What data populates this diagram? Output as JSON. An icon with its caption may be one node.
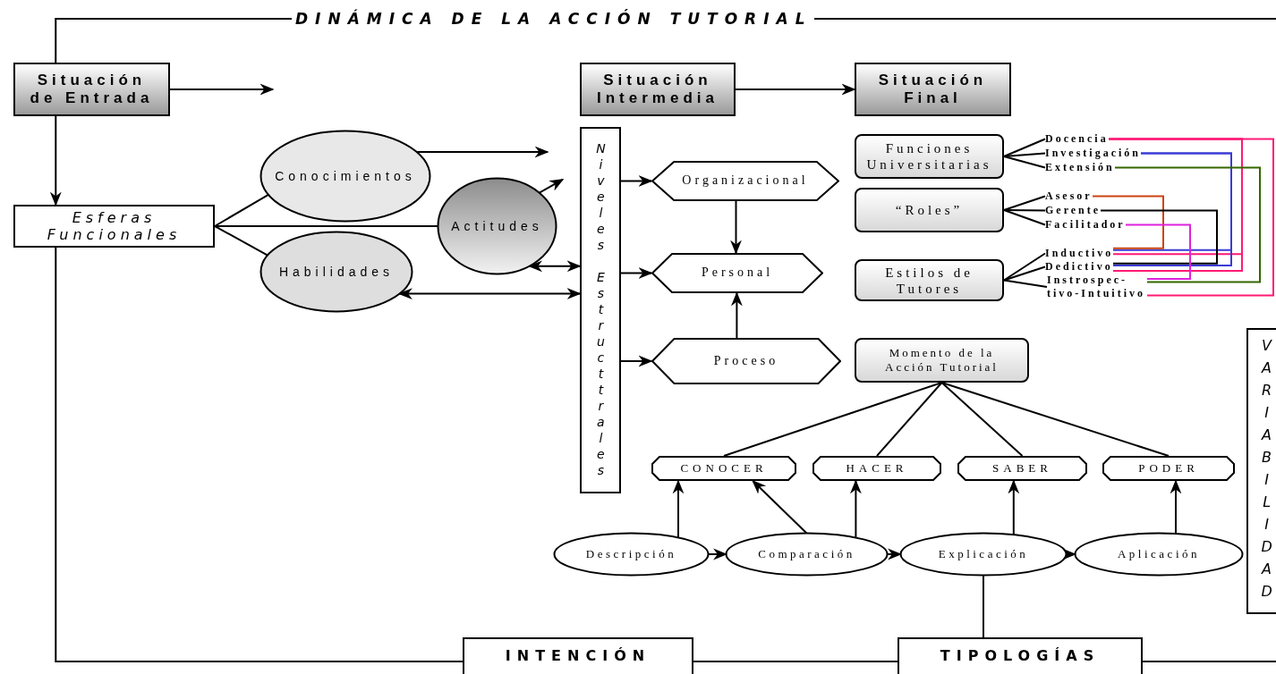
{
  "diagram": {
    "title": "DINÁMICA DE LA ACCIÓN TUTORIAL",
    "nodes": [
      {
        "text": [
          "Situación de Entrada"
        ]
      },
      {
        "text": [
          "Situación Intermedia"
        ]
      },
      {
        "text": [
          "Situación Final"
        ]
      },
      {
        "text": [
          "Esferas Funcionales"
        ]
      },
      {
        "text": [
          "Conocimientos"
        ]
      },
      {
        "text": [
          "Actitudes"
        ]
      },
      {
        "text": [
          "Habilidades"
        ]
      },
      {
        "text": [
          "Niveles Estructtrales"
        ]
      },
      {
        "text": [
          "Organizacional"
        ]
      },
      {
        "text": [
          "Personal"
        ]
      },
      {
        "text": [
          "Proceso"
        ]
      },
      {
        "text": [
          "Funciones Universitarias"
        ]
      },
      {
        "text": [
          "“Roles”"
        ]
      },
      {
        "text": [
          "Estilos de Tutores"
        ]
      },
      {
        "text": [
          "Docencia"
        ]
      },
      {
        "text": [
          "Investigación"
        ]
      },
      {
        "text": [
          "Extensión"
        ]
      },
      {
        "text": [
          "Asesor"
        ]
      },
      {
        "text": [
          "Gerente"
        ]
      },
      {
        "text": [
          "Facilitador"
        ]
      },
      {
        "text": [
          "Inductivo"
        ]
      },
      {
        "text": [
          "Dedictivo"
        ]
      },
      {
        "text": [
          "Instrospec- tivo-Intuitivo"
        ]
      },
      {
        "text": [
          "Momento de la Acción Tutorial"
        ]
      },
      {
        "text": [
          "CONOCER"
        ]
      },
      {
        "text": [
          "HACER"
        ]
      },
      {
        "text": [
          "SABER"
        ]
      },
      {
        "text": [
          "PODER"
        ]
      },
      {
        "text": [
          "Descripción"
        ]
      },
      {
        "text": [
          "Comparación"
        ]
      },
      {
        "text": [
          "Explicación"
        ]
      },
      {
        "text": [
          "Aplicación"
        ]
      },
      {
        "text": [
          "VARIABILIDAD"
        ]
      },
      {
        "text": [
          "INTENCIÓN"
        ]
      },
      {
        "text": [
          "TIPOLOGÍAS"
        ]
      }
    ],
    "edges": [
      {
        "from": 0,
        "to": null,
        "arrow": "to"
      },
      {
        "from": 1,
        "to": 2,
        "arrow": "to"
      },
      {
        "from": 0,
        "to": 3,
        "arrow": "to"
      },
      {
        "from": 3,
        "to": 4,
        "arrow": "none"
      },
      {
        "from": 3,
        "to": 5,
        "arrow": "none"
      },
      {
        "from": 3,
        "to": 6,
        "arrow": "none"
      },
      {
        "from": 4,
        "to": 7,
        "arrow": "to"
      },
      {
        "from": 5,
        "to": 7,
        "arrow": "to"
      },
      {
        "from": 5,
        "to": 7,
        "arrow": "both"
      },
      {
        "from": 6,
        "to": 7,
        "arrow": "both"
      },
      {
        "from": 7,
        "to": 8,
        "arrow": "to"
      },
      {
        "from": 7,
        "to": 9,
        "arrow": "to"
      },
      {
        "from": 7,
        "to": 10,
        "arrow": "to"
      },
      {
        "from": 8,
        "to": 9,
        "arrow": "to"
      },
      {
        "from": 10,
        "to": 9,
        "arrow": "to"
      },
      {
        "from": 11,
        "to": 14,
        "arrow": "none"
      },
      {
        "from": 11,
        "to": 15,
        "arrow": "none"
      },
      {
        "from": 11,
        "to": 16,
        "arrow": "none"
      },
      {
        "from": 12,
        "to": 17,
        "arrow": "none"
      },
      {
        "from": 12,
        "to": 18,
        "arrow": "none"
      },
      {
        "from": 12,
        "to": 19,
        "arrow": "none"
      },
      {
        "from": 13,
        "to": 20,
        "arrow": "none"
      },
      {
        "from": 13,
        "to": 21,
        "arrow": "none"
      },
      {
        "from": 13,
        "to": 22,
        "arrow": "none"
      },
      {
        "from": 14,
        "to": 20,
        "arrow": "none",
        "color": "#ff1a75"
      },
      {
        "from": 14,
        "to": 21,
        "arrow": "none",
        "color": "#ff1a75"
      },
      {
        "from": 14,
        "to": 22,
        "arrow": "none",
        "color": "#ff1a75"
      },
      {
        "from": 15,
        "to": 20,
        "arrow": "none",
        "color": "#3b3bd6"
      },
      {
        "from": 15,
        "to": 21,
        "arrow": "none",
        "color": "#3b3bd6"
      },
      {
        "from": 16,
        "to": 22,
        "arrow": "none",
        "color": "#336600"
      },
      {
        "from": 17,
        "to": 20,
        "arrow": "none",
        "color": "#cc4411"
      },
      {
        "from": 18,
        "to": 21,
        "arrow": "none"
      },
      {
        "from": 19,
        "to": 22,
        "arrow": "none",
        "color": "#dd22dd"
      },
      {
        "from": 23,
        "to": 24,
        "arrow": "none"
      },
      {
        "from": 23,
        "to": 25,
        "arrow": "none"
      },
      {
        "from": 23,
        "to": 26,
        "arrow": "none"
      },
      {
        "from": 23,
        "to": 27,
        "arrow": "none"
      },
      {
        "from": 28,
        "to": 29,
        "arrow": "to"
      },
      {
        "from": 29,
        "to": 30,
        "arrow": "to"
      },
      {
        "from": 30,
        "to": 31,
        "arrow": "to"
      },
      {
        "from": 28,
        "to": 24,
        "arrow": "to"
      },
      {
        "from": 29,
        "to": 24,
        "arrow": "to"
      },
      {
        "from": 29,
        "to": 25,
        "arrow": "to"
      },
      {
        "from": 30,
        "to": 26,
        "arrow": "to"
      },
      {
        "from": 31,
        "to": 27,
        "arrow": "to"
      },
      {
        "from": 30,
        "to": 34,
        "arrow": "none"
      },
      {
        "from": 3,
        "to": 33,
        "arrow": "none"
      },
      {
        "from": 33,
        "to": 34,
        "arrow": "none"
      },
      {
        "from": 34,
        "to": null,
        "arrow": "none"
      }
    ]
  }
}
